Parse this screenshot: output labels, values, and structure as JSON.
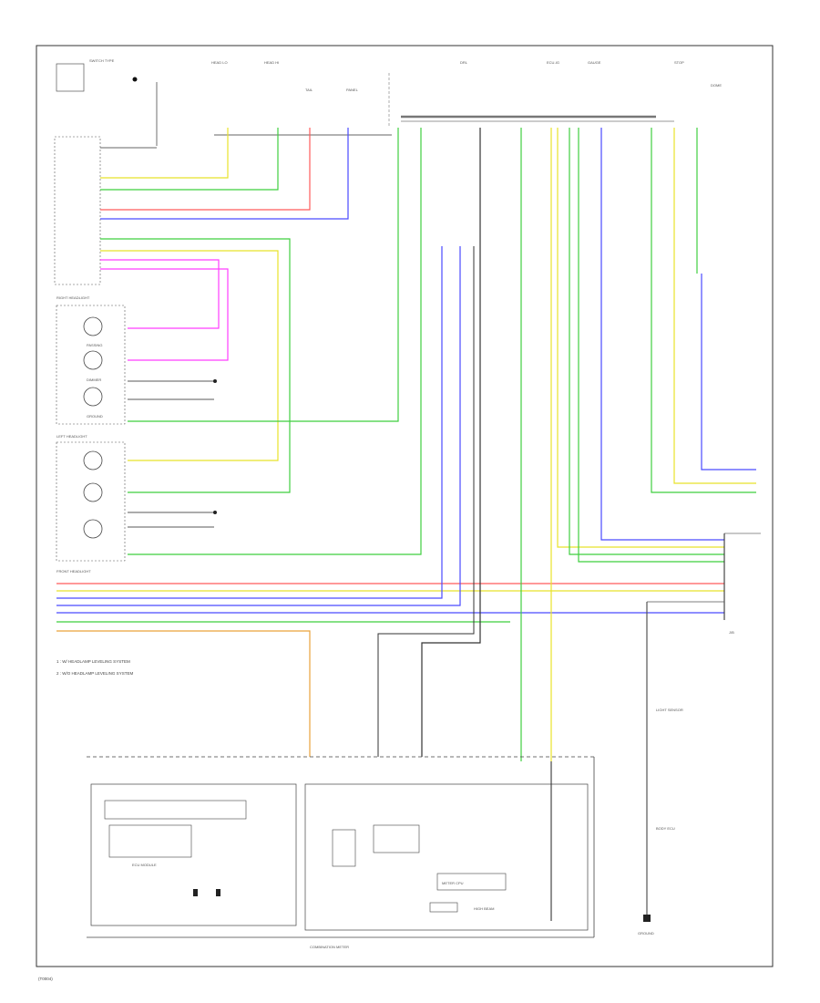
{
  "footer_code": "(T0004)",
  "notes": [
    "1   : W/ HEADLAMP LEVELING SYSTEM",
    "2   : W/O HEADLAMP LEVELING SYSTEM"
  ],
  "labels": {
    "top_left_unit": "SWITCH TYPE",
    "front_headlight_right": "RIGHT HEADLIGHT",
    "left_headlight": "LEFT HEADLIGHT",
    "front_headlight_bottom": "FRONT HEADLIGHT",
    "passing_light": "PASSING",
    "dimmer": "DIMMER",
    "ground": "GROUND",
    "fuse_a": "HEAD LO",
    "fuse_b": "HEAD HI",
    "fuse_c": "TAIL",
    "fuse_d": "PANEL",
    "fuse_e": "DRL",
    "fuse_f": "ECU-IG",
    "fuse_g": "GAUGE",
    "fuse_h": "STOP",
    "fuse_i": "DOME",
    "right_connector": "J/B",
    "bottom_left_box": "ECU MODULE",
    "bottom_right_box": "COMBINATION METER",
    "meter_label": "METER CPU",
    "lamp_label": "HIGH BEAM",
    "ground_label": "GROUND",
    "right_col_1": "LIGHT SENSOR",
    "right_col_2": "BODY ECU"
  },
  "colors": {
    "green": "#3fcf3f",
    "yellow": "#e8e22a",
    "red": "#ff5a5a",
    "magenta": "#ff3dff",
    "blue": "#4a4aff",
    "orange": "#e9a23b",
    "black": "#111111"
  }
}
